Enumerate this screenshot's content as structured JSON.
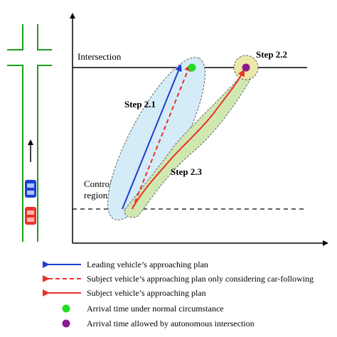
{
  "labels": {
    "intersection": "Intersection",
    "control_region_line1": "Control",
    "control_region_line2": "region",
    "step_2_1": "Step 2.1",
    "step_2_2": "Step 2.2",
    "step_2_3": "Step 2.3"
  },
  "legend": [
    {
      "text": "Leading vehicle’s approaching plan",
      "symbol": "solid-arrow",
      "color": "#1d3fcf"
    },
    {
      "text": "Subject vehicle’s approaching plan only considering car-following",
      "symbol": "dashed-arrow",
      "color": "#e8322a"
    },
    {
      "text": "Subject vehicle’s approaching plan",
      "symbol": "solid-arrow",
      "color": "#e8322a"
    },
    {
      "text": "Arrival time under normal circumstance",
      "symbol": "dot",
      "color": "#22dd22"
    },
    {
      "text": "Arrival time allowed by autonomous intersection",
      "symbol": "dot",
      "color": "#8b1a8f"
    }
  ],
  "colors": {
    "road": "#1aa01a",
    "leading_vehicle": "#1d3fcf",
    "subject_vehicle": "#e8322a",
    "blue_region": "#d4ecf7",
    "green_region": "#cfe8b0",
    "yellow_region": "#ece8a8",
    "normal_arrival": "#22dd22",
    "allowed_arrival": "#8b1a8f"
  }
}
